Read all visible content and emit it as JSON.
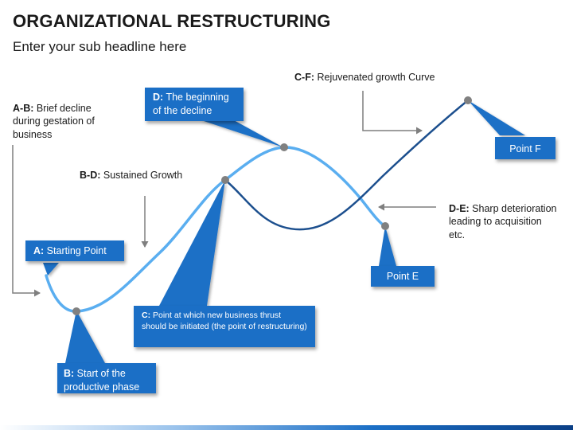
{
  "header": {
    "title": "ORGANIZATIONAL RESTRUCTURING",
    "subtitle": "Enter your sub headline here"
  },
  "notes": {
    "ab": {
      "key": "A-B:",
      "text": " Brief decline during gestation of business"
    },
    "bd": {
      "key": "B-D:",
      "text": " Sustained Growth"
    },
    "cf": {
      "key": "C-F:",
      "text": " Rejuvenated growth Curve"
    },
    "de": {
      "key": "D-E:",
      "text": " Sharp deterioration leading to acquisition etc."
    }
  },
  "callouts": {
    "a": {
      "key": "A:",
      "text": " Starting Point"
    },
    "b": {
      "key": "B:",
      "text": " Start of the productive phase"
    },
    "c": {
      "key": "C:",
      "text": " Point at which new business thrust should be initiated (the point of restructuring)"
    },
    "d": {
      "key": "D:",
      "text": " The beginning of the decline"
    },
    "e": {
      "text": "Point E"
    },
    "f": {
      "text": "Point F"
    }
  },
  "colors": {
    "callout_fill": "#1b6fc6",
    "light_curve": "#5aaef0",
    "dark_curve": "#1c4f8e",
    "point_marker": "#808080",
    "arrow": "#7f7f7f"
  }
}
